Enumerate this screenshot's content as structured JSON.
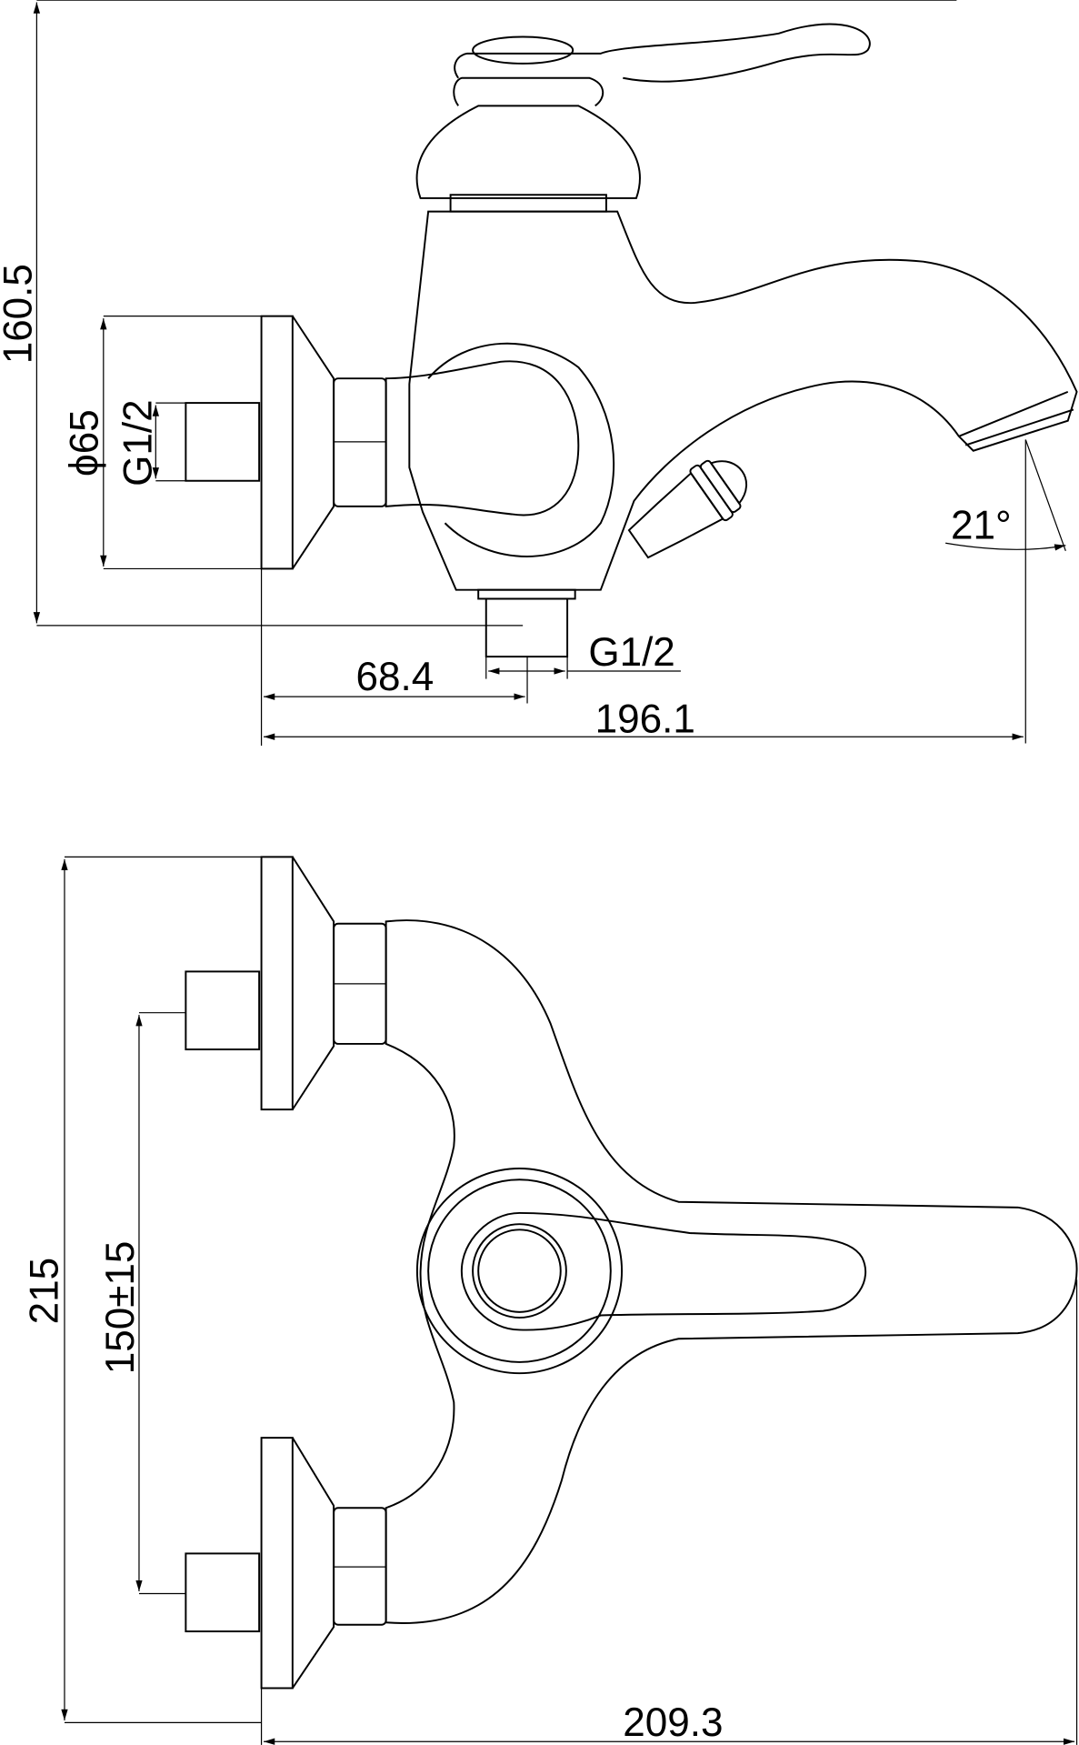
{
  "side_view": {
    "height_dim": "160.5",
    "plate_diameter": "ϕ65",
    "inlet_thread": "G1/2",
    "outlet_thread": "G1/2",
    "spout_angle": "21°",
    "outlet_offset": "68.4",
    "overall_depth": "196.1"
  },
  "top_view": {
    "overall_height": "215",
    "center_distance": "150±15",
    "overall_depth": "209.3"
  }
}
